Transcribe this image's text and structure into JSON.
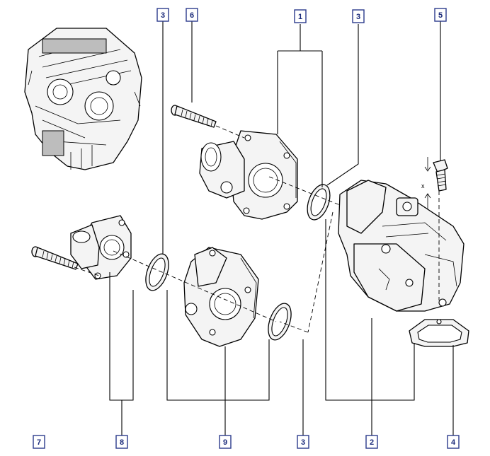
{
  "callouts": [
    {
      "id": "c1",
      "label": "1"
    },
    {
      "id": "c2",
      "label": "2"
    },
    {
      "id": "c3a",
      "label": "3"
    },
    {
      "id": "c3b",
      "label": "3"
    },
    {
      "id": "c3c",
      "label": "3"
    },
    {
      "id": "c4",
      "label": "4"
    },
    {
      "id": "c5",
      "label": "5"
    },
    {
      "id": "c6",
      "label": "6"
    },
    {
      "id": "c7",
      "label": "7"
    },
    {
      "id": "c8",
      "label": "8"
    },
    {
      "id": "c9",
      "label": "9"
    }
  ],
  "dimension_label": "x",
  "colors": {
    "callout_border": "#2a3a8c",
    "callout_text": "#1a2a7a",
    "line": "#000000"
  }
}
